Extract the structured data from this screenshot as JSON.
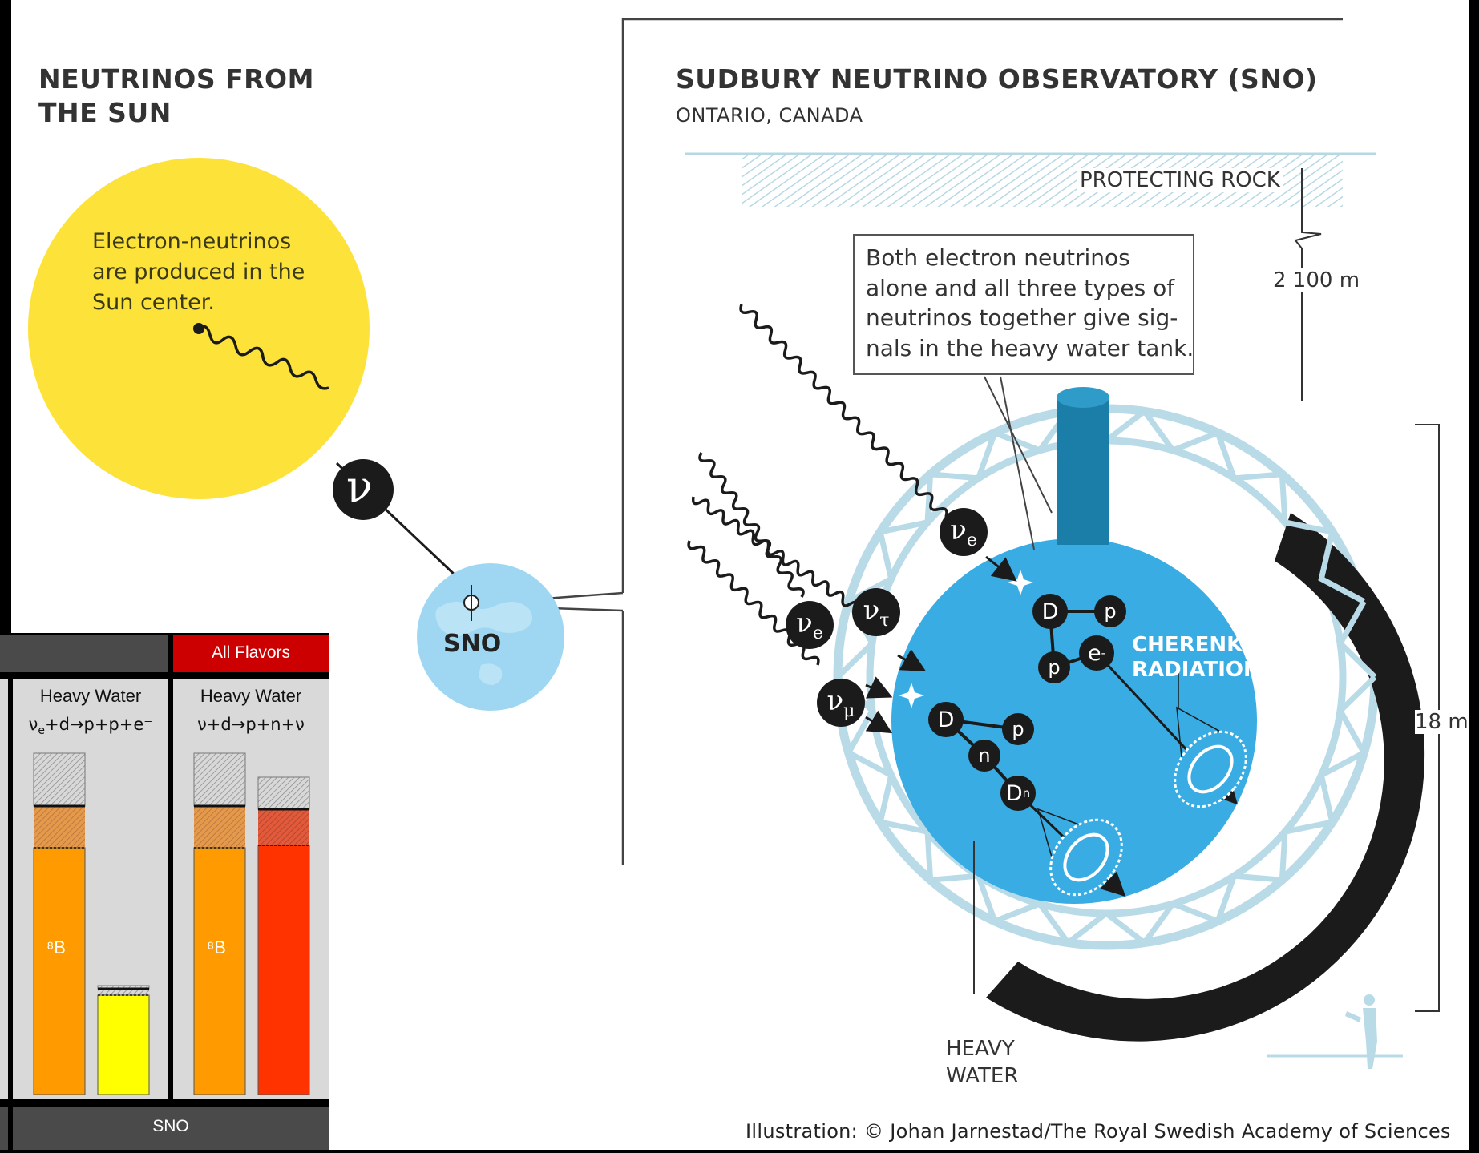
{
  "left_title": [
    "NEUTRINOS FROM",
    "THE SUN"
  ],
  "sun_text": [
    "Electron-neutrinos",
    "are produced in the",
    "Sun center."
  ],
  "nu_symbol": "ν",
  "earth_label": "SNO",
  "right_title": "SUDBURY NEUTRINO OBSERVATORY (SNO)",
  "right_subtitle": "ONTARIO, CANADA",
  "rock_label": "PROTECTING ROCK",
  "depth_label": "2 100 m",
  "size_label": "18 m",
  "callout": [
    "Both electron neutrinos",
    "alone and all three types of",
    "neutrinos together give sig-",
    "nals in the heavy water tank."
  ],
  "incoming": [
    {
      "sym": "ν",
      "sub": "e"
    },
    {
      "sym": "ν",
      "sub": "e"
    },
    {
      "sym": "ν",
      "sub": "τ"
    },
    {
      "sym": "ν",
      "sub": "μ"
    }
  ],
  "particles": {
    "D": "D",
    "p": "p",
    "n": "n",
    "e": "e",
    "e_sup": "-",
    "Dn": "D",
    "Dn_sub": "n"
  },
  "cherenkov": [
    "CHERENKOV",
    "RADIATION"
  ],
  "heavy_water": [
    "HEAVY",
    "WATER"
  ],
  "credit": "Illustration: © Johan Jarnestad/The Royal Swedish Academy of Sciences",
  "panel": {
    "all_flavors": "All Flavors",
    "col1_title": "Heavy Water",
    "col1_reaction": "ν_e+d→p+p+e⁻",
    "col2_title": "Heavy Water",
    "col2_reaction": "ν+d→p+n+ν",
    "bar_label": "⁸B",
    "footer": "SNO"
  },
  "colors": {
    "sun": "#fde23a",
    "earth": "#9fd7f2",
    "tank": "#39ace3",
    "geodesic": "#b9dbe8",
    "dark": "#1b1b1b",
    "orange": "#ff9a00",
    "red": "#ff3300",
    "yellow": "#ffff00",
    "panel_header": "#4a4a4a",
    "all_flavors_bg": "#cc0000"
  }
}
